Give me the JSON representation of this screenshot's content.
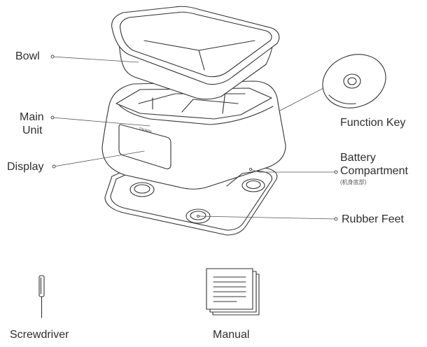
{
  "labels": {
    "bowl": "Bowl",
    "main_unit_line1": "Main",
    "main_unit_line2": "Unit",
    "display": "Display",
    "function_key": "Function Key",
    "battery_line1": "Battery",
    "battery_line2": "Compartment",
    "battery_note": "(机身底部)",
    "rubber_feet": "Rubber Feet",
    "screwdriver": "Screwdriver",
    "manual": "Manual",
    "brand_mark": "Thinkbig"
  }
}
